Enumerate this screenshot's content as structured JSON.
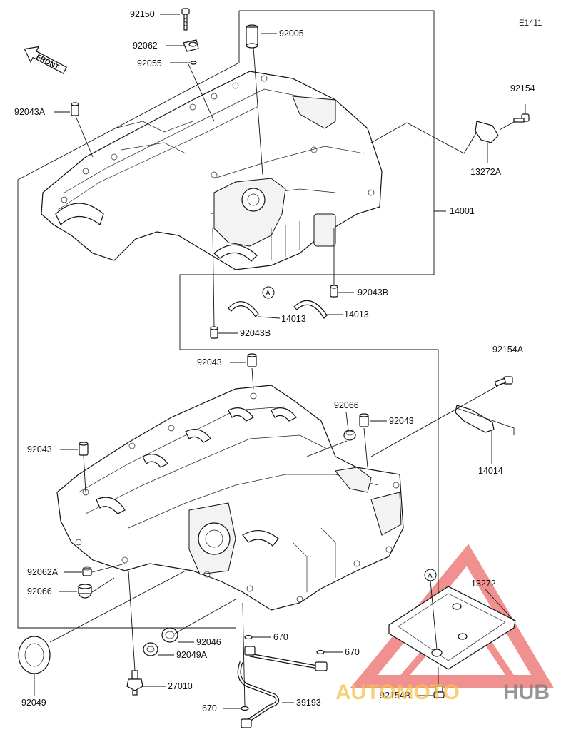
{
  "diagram_code": "E1411",
  "front_label": "FRONT",
  "ref_marker": "A",
  "labels": {
    "p92150": "92150",
    "p92062": "92062",
    "p92055": "92055",
    "p92005": "92005",
    "p92043A": "92043A",
    "p92154": "92154",
    "p13272A": "13272A",
    "p14001": "14001",
    "p92043B_right": "92043B",
    "p14013_left": "14013",
    "p14013_right": "14013",
    "p92043B_left": "92043B",
    "p92043_top": "92043",
    "p92154A": "92154A",
    "p92066_mid": "92066",
    "p92043_right": "92043",
    "p92043_left": "92043",
    "p14014": "14014",
    "p92062A": "92062A",
    "p92066_left": "92066",
    "p13272": "13272",
    "p670_top": "670",
    "p92046": "92046",
    "p92049A": "92049A",
    "p670_right": "670",
    "p92049": "92049",
    "p27010": "27010",
    "p670_bottom": "670",
    "p39193": "39193",
    "p92154B": "92154B"
  },
  "watermark": {
    "part1": "AUTOMOTO",
    "part2": "HUB",
    "color1": "#f5c04a",
    "color2": "#7a7a7a",
    "logo_color": "#e53935"
  }
}
